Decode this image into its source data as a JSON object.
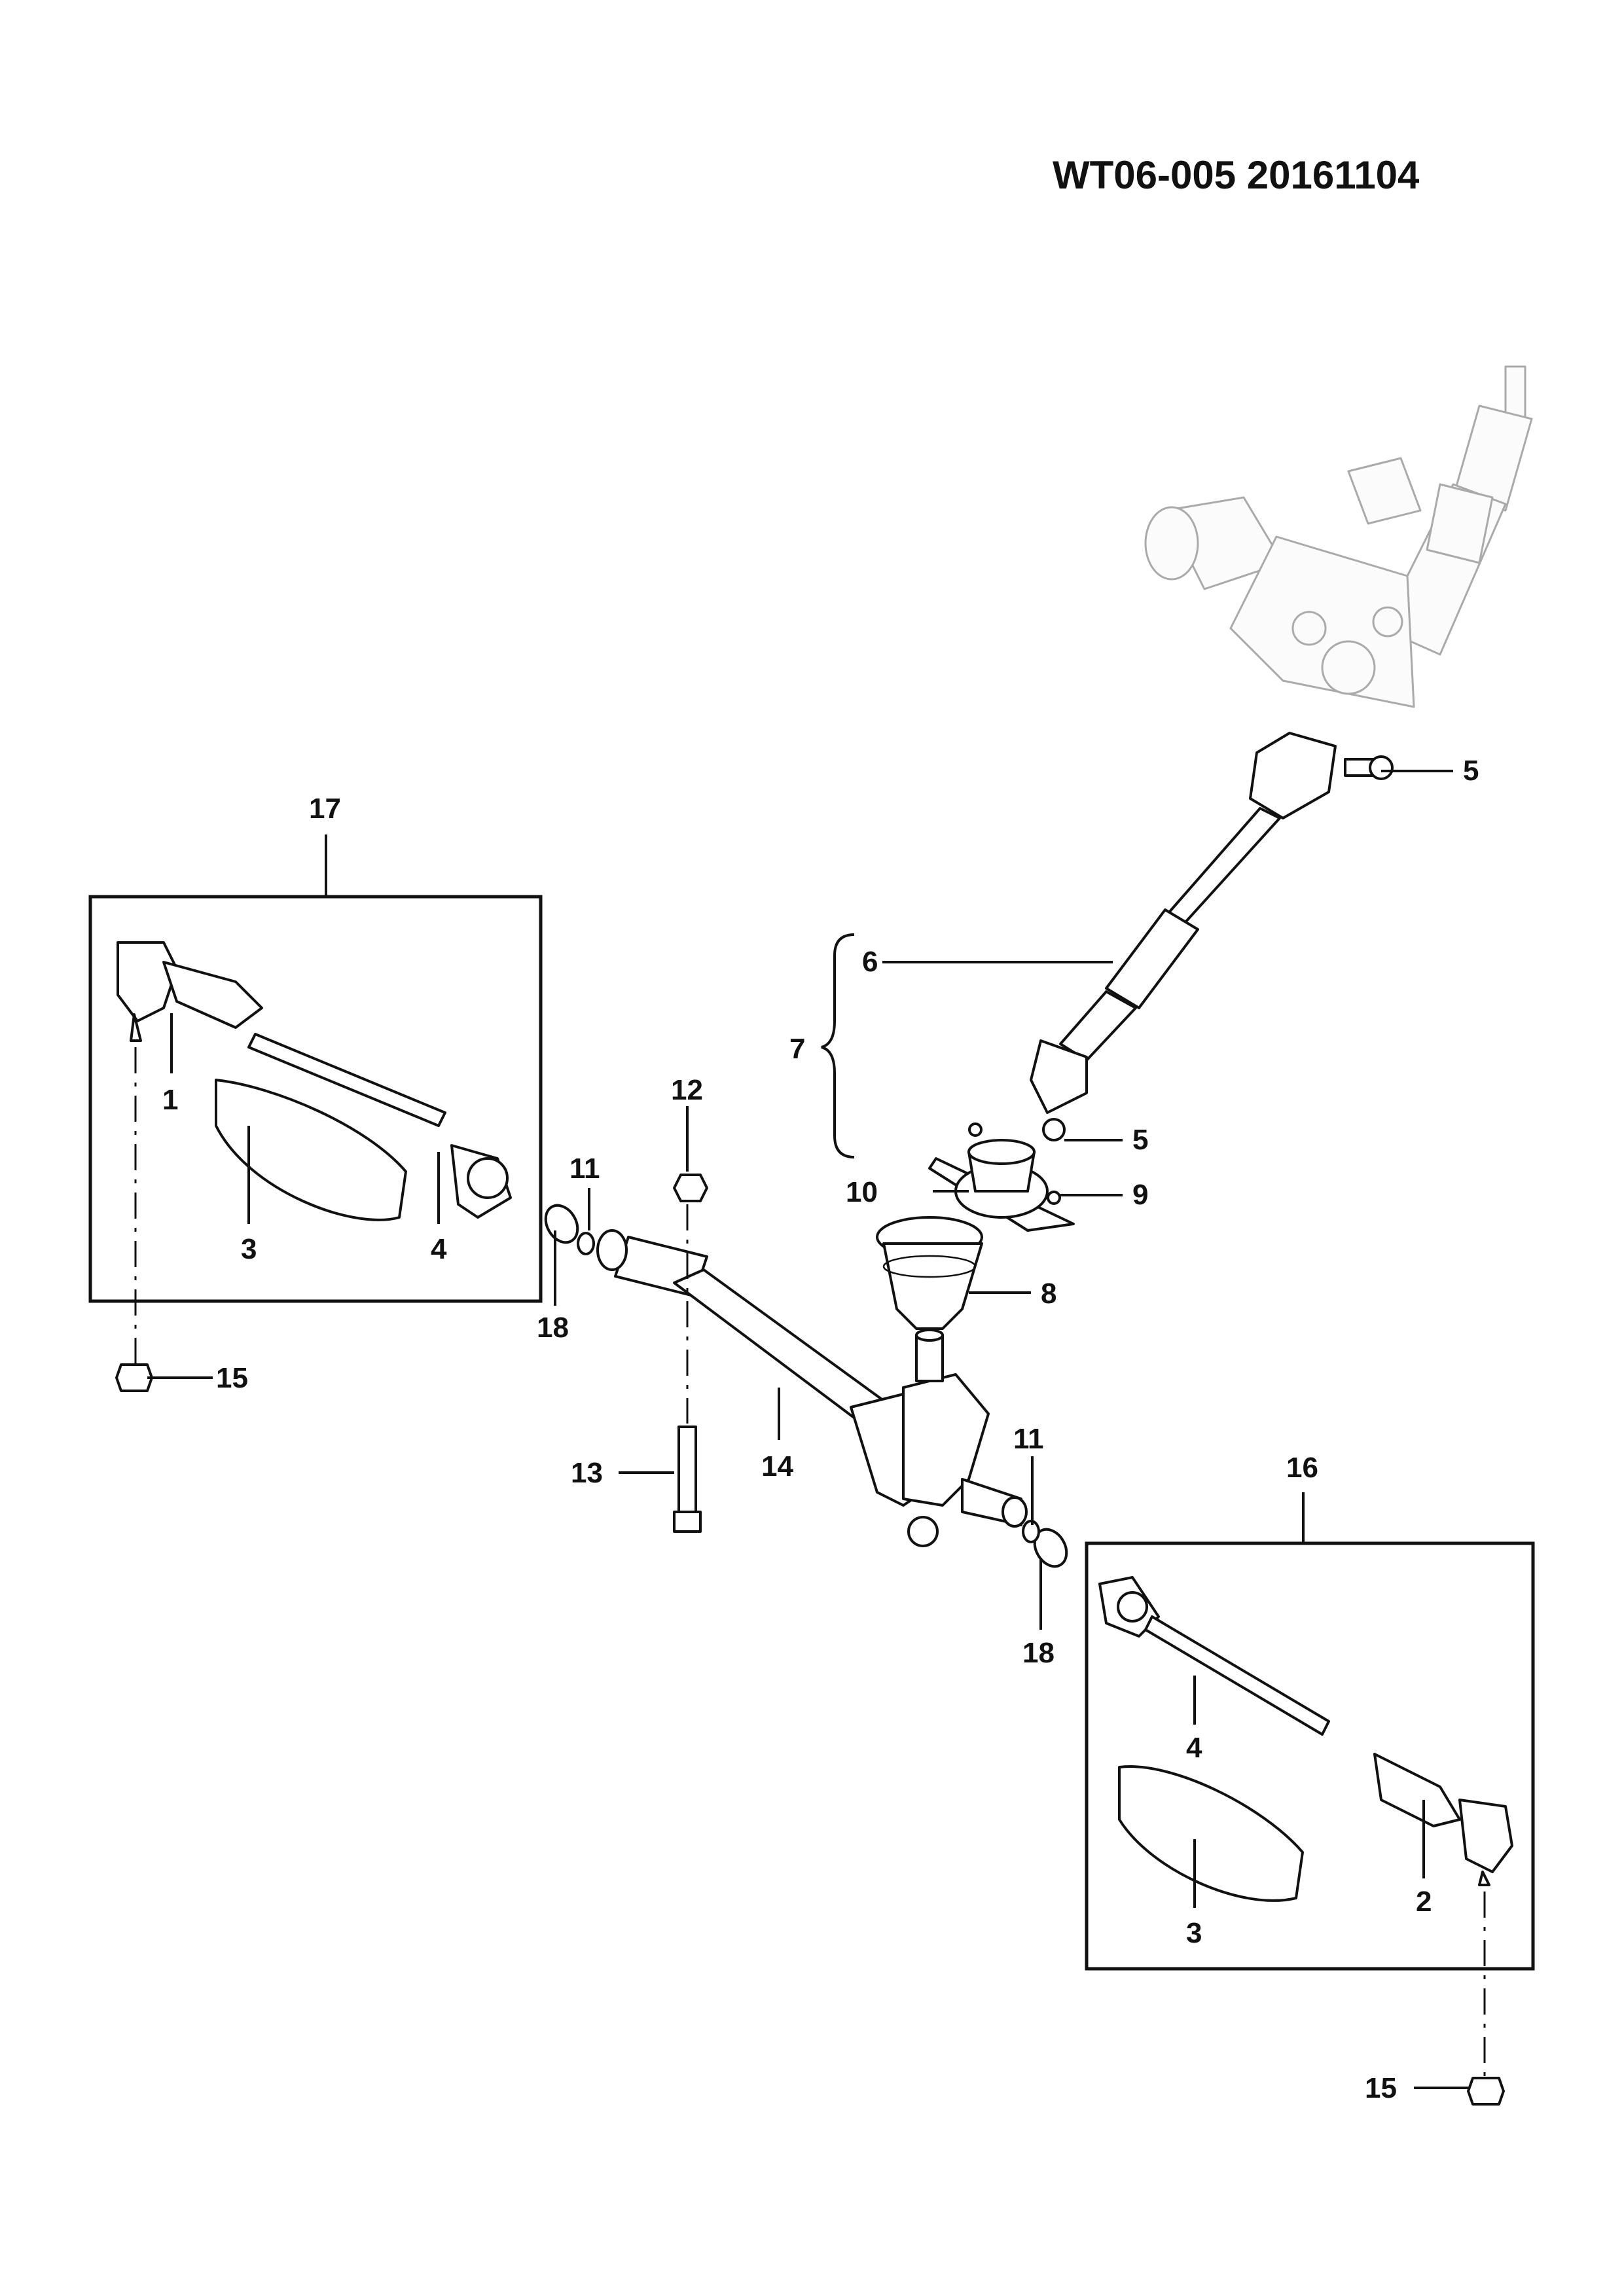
{
  "header": {
    "code": "WT06-005  20161104"
  },
  "callouts": {
    "c1": "1",
    "c2": "2",
    "c3_left": "3",
    "c3_right": "3",
    "c4_left": "4",
    "c4_right": "4",
    "c5_top": "5",
    "c5_mid": "5",
    "c6": "6",
    "c7": "7",
    "c8": "8",
    "c9": "9",
    "c10": "10",
    "c11_left": "11",
    "c11_right": "11",
    "c12": "12",
    "c13": "13",
    "c14": "14",
    "c15_left": "15",
    "c15_right": "15",
    "c16": "16",
    "c17": "17",
    "c18_left": "18",
    "c18_right": "18"
  }
}
